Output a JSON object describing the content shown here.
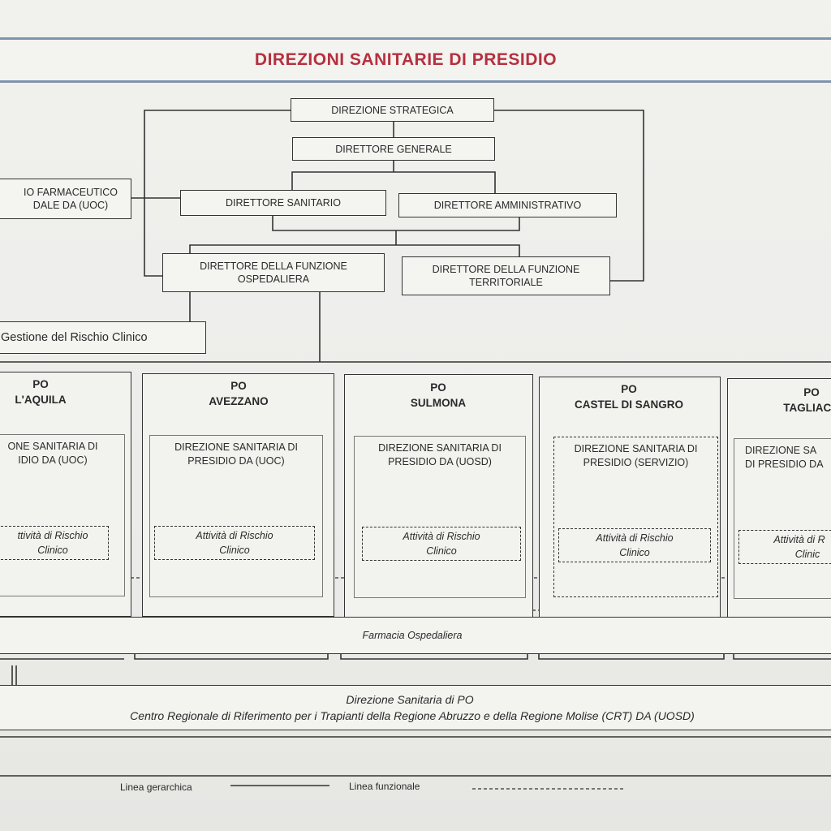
{
  "title": "DIREZIONI SANITARIE DI PRESIDIO",
  "top": {
    "strategica": "DIREZIONE STRATEGICA",
    "generale": "DIRETTORE GENERALE",
    "sanitario": "DIRETTORE SANITARIO",
    "amministrativo": "DIRETTORE AMMINISTRATIVO",
    "farmaceutico_l1": "IO FARMACEUTICO",
    "farmaceutico_l2": "DALE  DA  (UOC)",
    "ospedaliera_l1": "DIRETTORE DELLA FUNZIONE",
    "ospedaliera_l2": "OSPEDALIERA",
    "territoriale_l1": "DIRETTORE DELLA FUNZIONE",
    "territoriale_l2": "TERRITORIALE",
    "rischio": "Gestione del Rischio Clinico"
  },
  "presidi": [
    {
      "po": "PO",
      "name": "L'AQUILA",
      "ds1": "ONE SANITARIA DI",
      "ds2": "IDIO  DA (UOC)",
      "att1": "ttività di Rischio",
      "att2": "Clinico"
    },
    {
      "po": "PO",
      "name": "AVEZZANO",
      "ds1": "DIREZIONE SANITARIA DI",
      "ds2": "PRESIDIO DA  (UOC)",
      "att1": "Attività di Rischio",
      "att2": "Clinico"
    },
    {
      "po": "PO",
      "name": "SULMONA",
      "ds1": "DIREZIONE SANITARIA DI",
      "ds2": "PRESIDIO DA  (UOSD)",
      "att1": "Attività di Rischio",
      "att2": "Clinico"
    },
    {
      "po": "PO",
      "name": "CASTEL DI SANGRO",
      "ds1": "DIREZIONE SANITARIA DI",
      "ds2": "PRESIDIO  (SERVIZIO)",
      "att1": "Attività di Rischio",
      "att2": "Clinico"
    },
    {
      "po": "PO",
      "name": "TAGLIACO",
      "ds1": "DIREZIONE SA",
      "ds2": "DI PRESIDIO DA",
      "att1": "Attività di R",
      "att2": "Clinic"
    }
  ],
  "farmacia": "Farmacia Ospedaliera",
  "crt": {
    "line1": "Direzione Sanitaria di PO",
    "line2": "Centro Regionale di Riferimento per i Trapianti della  Regione Abruzzo e della  Regione Molise (CRT) DA (UOSD)"
  },
  "legend": {
    "gerarchica": "Linea gerarchica",
    "funzionale": "Linea funzionale"
  }
}
